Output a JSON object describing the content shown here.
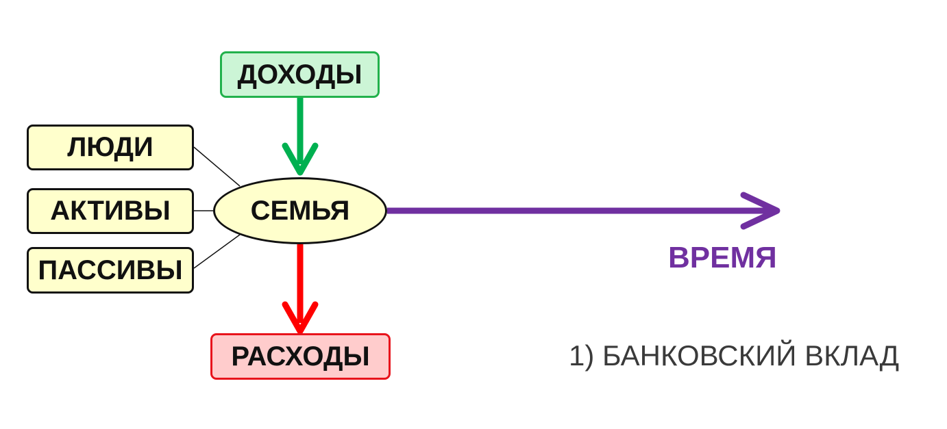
{
  "nodes": {
    "income": "ДОХОДЫ",
    "people": "ЛЮДИ",
    "assets": "АКТИВЫ",
    "liabilities": "ПАССИВЫ",
    "family": "СЕМЬЯ",
    "expenses": "РАСХОДЫ"
  },
  "time_label": "ВРЕМЯ",
  "note": "1) БАНКОВСКИЙ ВКЛАД",
  "colors": {
    "income_border": "#22b14c",
    "income_fill": "#ccf5d6",
    "expenses_border": "#e8141c",
    "expenses_fill": "#ffcccc",
    "node_fill": "#ffffcc",
    "time_arrow": "#7030a0",
    "income_arrow": "#00b050",
    "expenses_arrow": "#ff0000"
  }
}
